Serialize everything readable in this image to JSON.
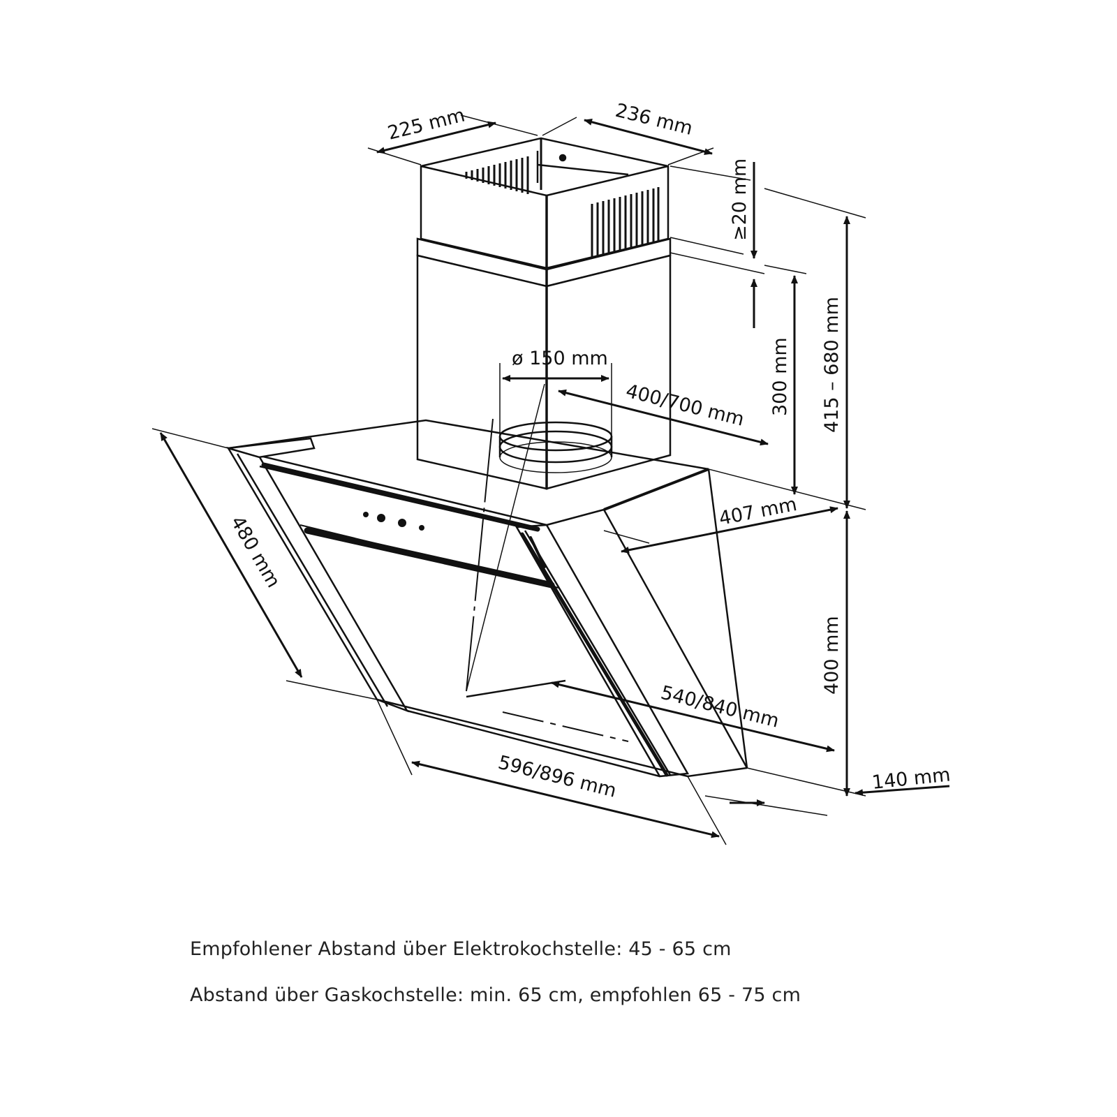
{
  "dimensions": {
    "chimney_depth": "225 mm",
    "chimney_width": "236 mm",
    "min_gap": "≥20 mm",
    "total_height": "415 – 680 mm",
    "chimney_height": "300 mm",
    "duct_diameter": "ø 150 mm",
    "upper_width": "400/700 mm",
    "upper_depth": "407 mm",
    "hood_height": "400 mm",
    "glass_length": "480 mm",
    "lower_inner_width": "540/840 mm",
    "lower_width": "596/896 mm",
    "bottom_depth": "140 mm"
  },
  "notes": [
    "Empfohlener Abstand über Elektrokochstelle: 45 - 65 cm",
    "Abstand über Gaskochstelle: min. 65 cm, empfohlen 65 - 75 cm"
  ]
}
